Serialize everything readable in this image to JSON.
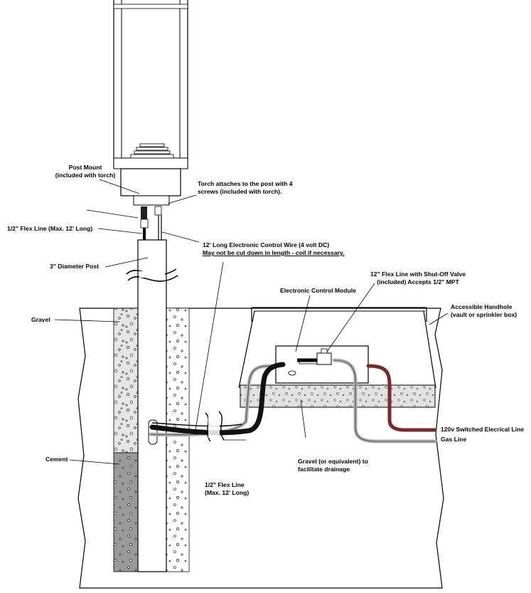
{
  "labels": {
    "post_mount_1": "Post Mount",
    "post_mount_2": "(included with torch)",
    "torch_attach_1": "Torch attaches to the post with 4",
    "torch_attach_2": "screws (included with torch).",
    "flex_top": "1/2\" Flex Line (Max. 12' Long)",
    "control_wire_1": "12' Long Electronic Control Wire (4 volt DC)",
    "control_wire_2": "May not be cut down in length - coil if necessary.",
    "post": "3\" Diameter Post",
    "flex_valve_1": "12\" Flex Line with Shut-Off Valve",
    "flex_valve_2": "(included) Accepts 1/2\" MPT",
    "module": "Electronic Control Module",
    "handhole_1": "Accessible Handhole",
    "handhole_2": "(vault or sprinkler box)",
    "gravel": "Gravel",
    "cement": "Cement",
    "flex_bottom_1": "1/2\" Flex Line",
    "flex_bottom_2": "(Max. 12' Long)",
    "drain_1": "Gravel (or equivalent) to",
    "drain_2": "facilitate drainage",
    "electrical": "120v Switched Elecrical Line",
    "gas": "Gas Line"
  },
  "colors": {
    "gravel_fill": "#e4e4e4",
    "cement_fill": "#9a9a9a",
    "gas_line": "#b0b0b0",
    "electric_line": "#7a2a2a",
    "flex_line": "#111111"
  }
}
